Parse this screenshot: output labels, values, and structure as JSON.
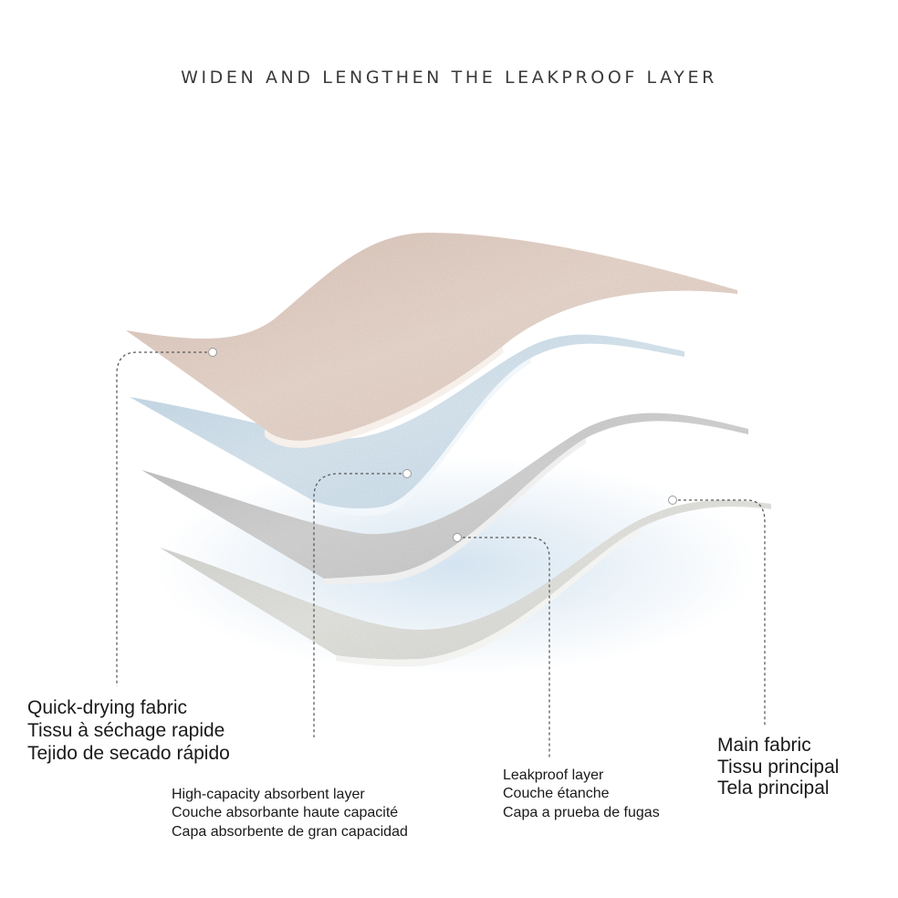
{
  "title": "WIDEN AND LENGTHEN THE LEAKPROOF LAYER",
  "labels": {
    "quick_drying": [
      "Quick-drying fabric",
      "Tissu à séchage rapide",
      "Tejido de secado rápido"
    ],
    "absorbent": [
      "High-capacity absorbent layer",
      "Couche absorbante haute capacité",
      "Capa absorbente de gran capacidad"
    ],
    "leakproof": [
      "Leakproof layer",
      "Couche étanche",
      "Capa a prueba de fugas"
    ],
    "main_fabric": [
      "Main fabric",
      "Tissu principal",
      "Tela principal"
    ]
  },
  "colors": {
    "pink_layer": "#e6d3c9",
    "blue_layer": "#cfe1ee",
    "grey_layer": "#cdcdcd",
    "light_layer": "#dcdcd8",
    "leader_line": "#5a5a5a"
  }
}
